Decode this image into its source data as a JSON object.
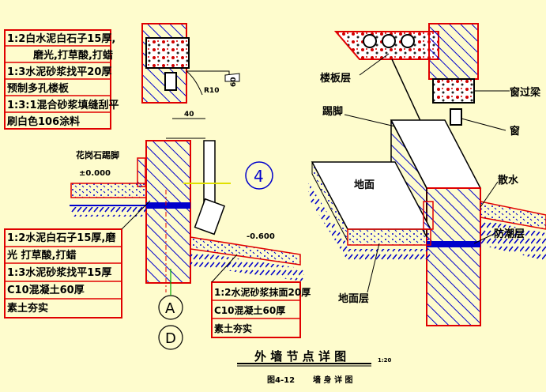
{
  "left_annotations": {
    "floor_layers": [
      "1:2白水泥白石子15厚,",
      "磨光,打草酸,打蜡",
      "1:3水泥砂浆找平20厚",
      "预制多孔楼板",
      "1:3:1混合砂浆填缝刮平",
      "刷白色106涂料"
    ],
    "dims": {
      "r10": "R10",
      "w60": "60",
      "w40": "40"
    },
    "plinth_label": "花岗石踢脚",
    "level_zero": "±0.000",
    "level_neg": "-0.600",
    "axis_number": "4",
    "ground_layers": [
      "1:2水泥白石子15厚,磨",
      "光 打草酸,打蜡",
      "1:3水泥砂浆找平15厚",
      "C10混凝土60厚",
      "素土夯实"
    ],
    "apron_layers": [
      "1:2水泥砂浆抹面20厚",
      "C10混凝土60厚",
      "素土夯实"
    ],
    "axis_a": "A",
    "axis_d": "D"
  },
  "right_annotations": {
    "floor_slab": "楼板层",
    "lintel": "窗过梁",
    "window": "窗",
    "skirting": "踢脚",
    "ground": "地面",
    "apron": "散水",
    "damp_course": "防潮层",
    "ground_layer": "地面层"
  },
  "title": {
    "main": "外 墙 节 点 详 图",
    "scale": "1:20",
    "figure_no": "图4-12",
    "caption": "墙 身 详 图"
  },
  "colors": {
    "hatch": "#0000cc",
    "outline": "#e00000",
    "ink": "#000000",
    "paper": "#fefccd"
  }
}
